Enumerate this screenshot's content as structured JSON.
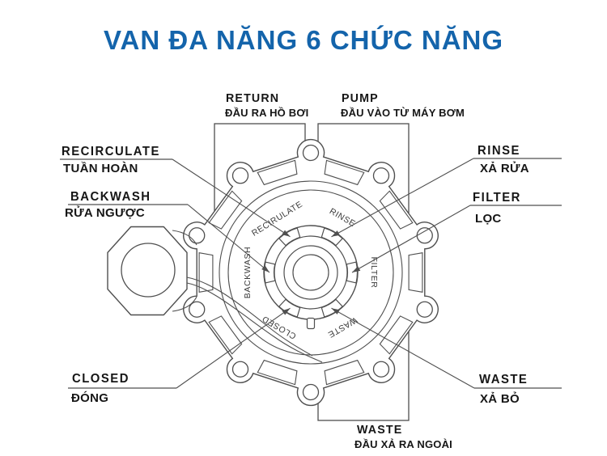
{
  "title": {
    "text": "VAN ĐA NĂNG 6 CHỨC NĂNG",
    "color": "#1464ab"
  },
  "callouts": {
    "return": {
      "en": "RETURN",
      "vi": "ĐẦU RA HỒ BƠI"
    },
    "pump": {
      "en": "PUMP",
      "vi": "ĐẦU VÀO TỪ MÁY BƠM"
    },
    "recirculate": {
      "en": "RECIRCULATE",
      "vi": "TUẦN HOÀN"
    },
    "backwash": {
      "en": "BACKWASH",
      "vi": "RỬA NGƯỢC"
    },
    "rinse": {
      "en": "RINSE",
      "vi": "XẢ RỬA"
    },
    "filter": {
      "en": "FILTER",
      "vi": "LỌC"
    },
    "closed": {
      "en": "CLOSED",
      "vi": "ĐÓNG"
    },
    "waste_side": {
      "en": "WASTE",
      "vi": "XẢ BỎ"
    },
    "waste_bottom": {
      "en": "WASTE",
      "vi": "ĐẦU XẢ RA NGOÀI"
    }
  },
  "dial_positions": {
    "recirculate": "RECIRULATE",
    "rinse": "RINSE",
    "backwash": "BACKWASH",
    "filter": "FILTER",
    "closed": "CLOSED",
    "waste": "WASTE"
  },
  "colors": {
    "title_blue": "#1464ab",
    "line_gray": "#4f4f4f",
    "text_black": "#161616"
  }
}
